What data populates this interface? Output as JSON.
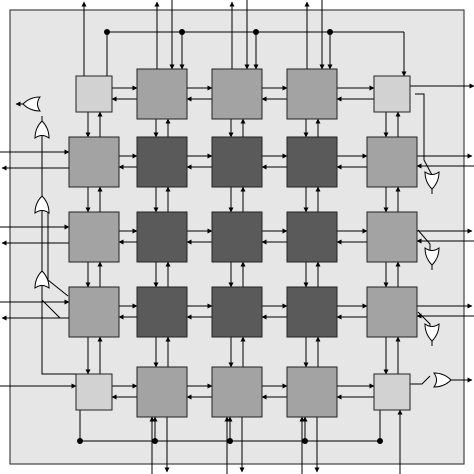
{
  "diagram": {
    "colors": {
      "chip_background": "#e6e6e6",
      "chip_border": "#444444",
      "line": "#000000",
      "corner_block": "#d2d2d2",
      "edge_block": "#a3a3a3",
      "core_block": "#5a5a5a",
      "gate_fill": "#ffffff"
    },
    "grid": {
      "rows": 5,
      "columns": 5,
      "cells": [
        [
          "corner",
          "edge",
          "edge",
          "edge",
          "corner"
        ],
        [
          "edge",
          "core",
          "core",
          "core",
          "edge"
        ],
        [
          "edge",
          "core",
          "core",
          "core",
          "edge"
        ],
        [
          "edge",
          "core",
          "core",
          "core",
          "edge"
        ],
        [
          "corner",
          "edge",
          "edge",
          "edge",
          "corner"
        ]
      ]
    },
    "gates": {
      "left_side": 4,
      "right_side": 4,
      "icon": "or-gate-icon"
    }
  }
}
